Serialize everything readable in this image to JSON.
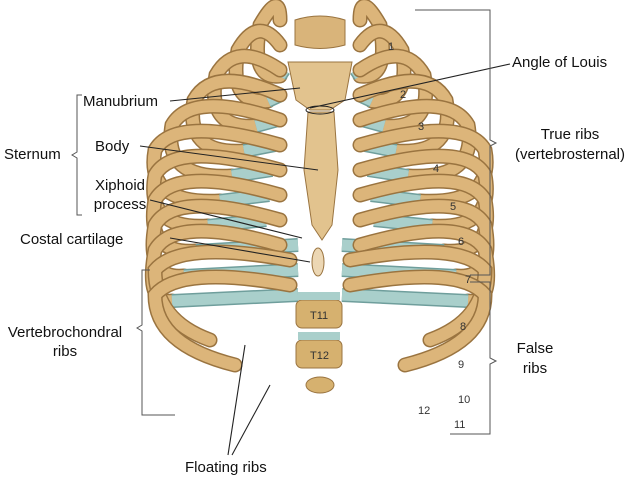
{
  "labels": {
    "angle_of_louis": "Angle of Louis",
    "true_ribs": "True ribs",
    "true_ribs_sub": "(vertebrosternal)",
    "false_ribs_1": "False",
    "false_ribs_2": "ribs",
    "manubrium": "Manubrium",
    "sternum": "Sternum",
    "body": "Body",
    "xiphoid_1": "Xiphoid",
    "xiphoid_2": "process",
    "costal_cartilage": "Costal cartilage",
    "vertebrochondral_1": "Vertebrochondral",
    "vertebrochondral_2": "ribs",
    "floating_ribs": "Floating ribs"
  },
  "rib_numbers": [
    "1",
    "2",
    "3",
    "4",
    "5",
    "6",
    "7",
    "8",
    "9",
    "10",
    "11",
    "12"
  ],
  "vertebrae": [
    "T11",
    "T12"
  ],
  "colors": {
    "bone": "#dcb57a",
    "bone_dark": "#9a7440",
    "cartilage": "#a9cfcb",
    "cartilage_dark": "#6f9e9c",
    "line": "#222"
  }
}
